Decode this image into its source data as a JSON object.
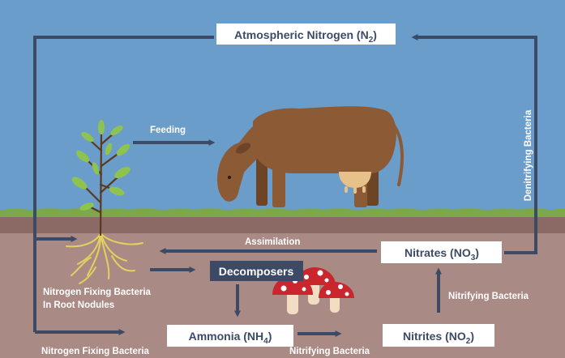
{
  "nodes": {
    "atmospheric_nitrogen": {
      "text": "Atmospheric Nitrogen (N",
      "sub": "2",
      "tail": ")"
    },
    "nitrates": {
      "text": "Nitrates (NO",
      "sub": "3",
      "tail": ")"
    },
    "decomposers": {
      "text": "Decomposers"
    },
    "ammonia": {
      "text": "Ammonia (NH",
      "sub": "4",
      "tail": ")"
    },
    "nitrites": {
      "text": "Nitrites (NO",
      "sub": "2",
      "tail": ")"
    }
  },
  "labels": {
    "feeding": "Feeding",
    "denitrifying_bacteria": "Denitrifying Bacteria",
    "assimilation": "Assimilation",
    "nitrogen_fixing_root_line1": "Nitrogen Fixing Bacteria",
    "nitrogen_fixing_root_line2": "In Root Nodules",
    "nitrifying_bacteria_right": "Nitrifying Bacteria",
    "nitrogen_fixing_bottom": "Nitrogen Fixing Bacteria",
    "nitrifying_bacteria_bottom": "Nitrifying Bacteria"
  },
  "colors": {
    "sky": "#6b9dca",
    "soil": "#a98a85",
    "soil_edge": "#8b6a65",
    "grass": "#7da84a",
    "arrow": "#3d4a66",
    "box_fill": "#ffffff",
    "dark_box": "#3d4a66",
    "cow": "#8c5a35",
    "cow_dark": "#6e4426",
    "udder": "#e8c08a",
    "leaf": "#8ec34f",
    "stem": "#5a3a1f",
    "root": "#e2d15e",
    "mushroom_cap": "#c9262d",
    "mushroom_stem": "#f2dcc3"
  }
}
